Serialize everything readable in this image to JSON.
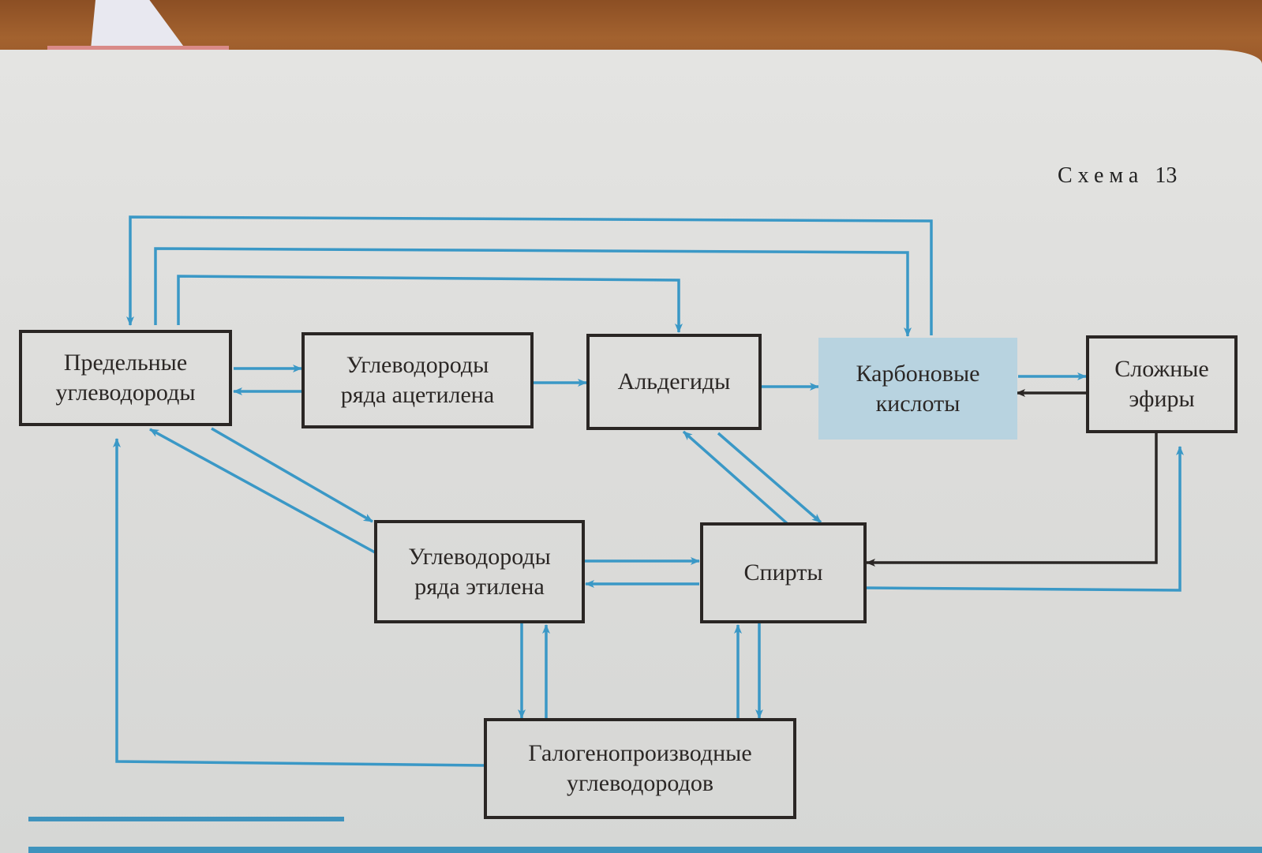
{
  "schema": {
    "label": "Схема",
    "number": "13"
  },
  "colors": {
    "arrow_blue": "#3a98c6",
    "arrow_black": "#2a2624",
    "box_border": "#2a2624",
    "highlight_fill": "#b8d3e0"
  },
  "nodes": {
    "saturated": {
      "line1": "Предельные",
      "line2": "углеводороды"
    },
    "acetylene": {
      "line1": "Углеводороды",
      "line2": "ряда ацетилена"
    },
    "aldehydes": {
      "line1": "Альдегиды"
    },
    "carboxylic": {
      "line1": "Карбоновые",
      "line2": "кислоты"
    },
    "esters": {
      "line1": "Сложные",
      "line2": "эфиры"
    },
    "ethylene": {
      "line1": "Углеводороды",
      "line2": "ряда этилена"
    },
    "alcohols": {
      "line1": "Спирты"
    },
    "halogen": {
      "line1": "Галогенопроизводные",
      "line2": "углеводородов"
    }
  },
  "edges": [
    {
      "from": "saturated",
      "to": "acetylene",
      "color": "blue"
    },
    {
      "from": "acetylene",
      "to": "saturated",
      "color": "blue"
    },
    {
      "from": "acetylene",
      "to": "aldehydes",
      "color": "blue"
    },
    {
      "from": "aldehydes",
      "to": "carboxylic",
      "color": "blue"
    },
    {
      "from": "carboxylic",
      "to": "esters",
      "color": "blue"
    },
    {
      "from": "esters",
      "to": "carboxylic",
      "color": "black"
    },
    {
      "from": "saturated",
      "to": "aldehydes",
      "color": "blue"
    },
    {
      "from": "saturated",
      "to": "carboxylic",
      "color": "blue"
    },
    {
      "from": "carboxylic",
      "to": "saturated",
      "color": "blue"
    },
    {
      "from": "saturated",
      "to": "ethylene",
      "color": "blue"
    },
    {
      "from": "ethylene",
      "to": "saturated",
      "color": "blue"
    },
    {
      "from": "aldehydes",
      "to": "alcohols",
      "color": "blue"
    },
    {
      "from": "alcohols",
      "to": "aldehydes",
      "color": "blue"
    },
    {
      "from": "ethylene",
      "to": "alcohols",
      "color": "blue"
    },
    {
      "from": "alcohols",
      "to": "ethylene",
      "color": "blue"
    },
    {
      "from": "esters",
      "to": "alcohols",
      "color": "black"
    },
    {
      "from": "alcohols",
      "to": "esters",
      "color": "blue"
    },
    {
      "from": "ethylene",
      "to": "halogen",
      "color": "blue"
    },
    {
      "from": "halogen",
      "to": "ethylene",
      "color": "blue"
    },
    {
      "from": "alcohols",
      "to": "halogen",
      "color": "blue"
    },
    {
      "from": "halogen",
      "to": "alcohols",
      "color": "blue"
    },
    {
      "from": "halogen",
      "to": "saturated",
      "color": "blue"
    }
  ]
}
